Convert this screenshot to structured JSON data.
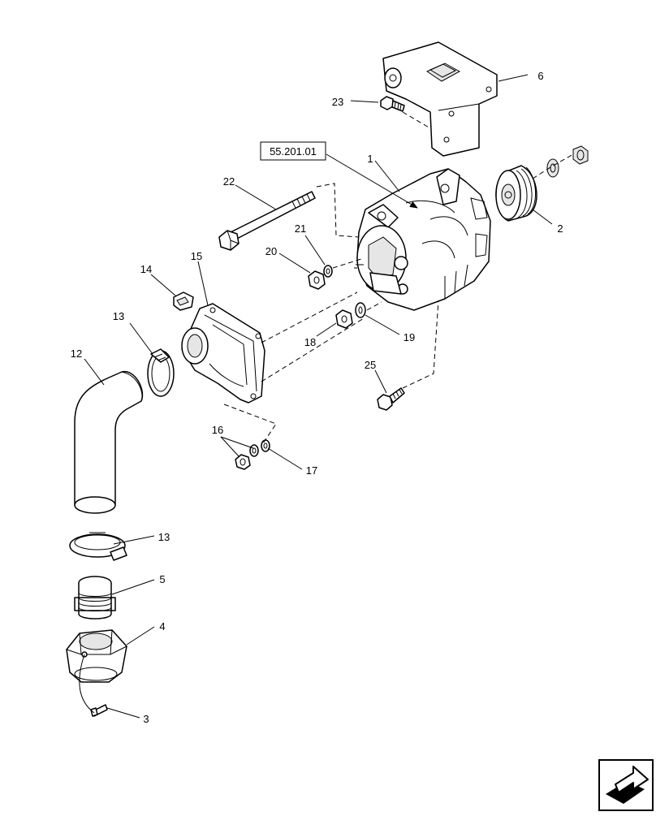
{
  "reference_box": "55.201.01",
  "callouts": {
    "c1": "1",
    "c2": "2",
    "c3": "3",
    "c4": "4",
    "c5": "5",
    "c6": "6",
    "c12": "12",
    "c13a": "13",
    "c13b": "13",
    "c14": "14",
    "c15": "15",
    "c16": "16",
    "c17": "17",
    "c18": "18",
    "c19": "19",
    "c20": "20",
    "c21": "21",
    "c22": "22",
    "c23": "23",
    "c25": "25"
  },
  "nav_icon": "next-page-arrow-icon"
}
